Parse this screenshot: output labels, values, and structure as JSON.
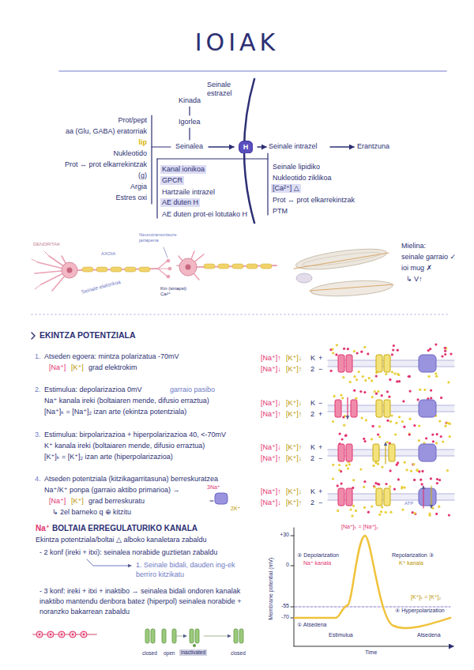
{
  "diagram": {
    "title": "IOIAK",
    "nodes": [
      {
        "text": [
          "H"
        ]
      },
      {
        "text": [
          "Kanal ionikoa"
        ]
      },
      {
        "text": [
          "GPCR"
        ]
      },
      {
        "text": [
          "AE duten H"
        ]
      },
      {
        "text": [
          "[Ca²⁺] △"
        ]
      },
      {
        "text": [
          "inactivated"
        ]
      }
    ],
    "labels": [
      "Prot/pept",
      "aa (Glu, GABA) eratorriak",
      "lip",
      "Nukleotido",
      "Prot ↔ prot elkarrekintzak",
      "(g)",
      "Argia",
      "Estres oxi",
      "Kinada",
      "Igorlea",
      "Seinalea",
      "Seinale estrazel",
      "Seinale intrazel",
      "Erantzuna",
      "Hartzaile intrazel",
      "AE duten prot-ei lotutako H",
      "Seinale lipidiko",
      "Nukleotido ziklikoa",
      "Prot ↔ prot elkarrekintzak",
      "PTM",
      "DENDRITAK",
      "AXOIA",
      "Neurotransmisore jariapena",
      "Seinale elektrikoa",
      "Kin (sinapsi) Ca²⁺",
      "Mielina:",
      "seinale garraio ✓",
      "ioi mug ✗",
      "↳ V↑",
      "EKINTZA POTENTZIALA",
      "1.",
      "Atseden egoera: mintza polarizatua -70mV",
      "[Na⁺]",
      "[K⁺]",
      "grad elektrokim",
      "2.",
      "Estimulua: depolarizazioa 0mV",
      "garraio pasibo",
      "Na⁺ kanala ireki (boltaiaren mende, difusio erraztua)",
      "[Na⁺]ₖ = [Na⁺]₂ izan arte (ekintza potentziala)",
      "3.",
      "Estimulua: birpolarizazioa + hiperpolarizazioa 40, <-70mV",
      "K⁺ kanala ireki (boltaiaren mende, difusio erraztua)",
      "[K⁺]ₖ = [K⁺]₂ izan arte (hiperpolarizazioa)",
      "4.",
      "Atseden potentziala (kitzikagarritasuna) berreskuratzea",
      "Na⁺/K⁺ ponpa (garraio aktibo primarioa) →",
      "[Na⁺]",
      "[K⁺]",
      "grad berreskuratu",
      "↳ 2el barneko q ⊕ kitzitu",
      "3Na⁺",
      "2K⁺",
      "[Na⁺]↑",
      "[K⁺]↓",
      "K",
      "+",
      "[Na⁺]↓",
      "[K⁺]↑",
      "2",
      "−",
      "[Na⁺]↓",
      "[K⁺]↓",
      "K",
      "−",
      "[Na⁺]↑",
      "[K⁺]↑",
      "2",
      "+",
      "[Na⁺]↓",
      "[K⁺]↑",
      "K",
      "+",
      "[Na⁺]↑",
      "[K⁺]↓",
      "2",
      "−",
      "[Na⁺]↑",
      "[K⁺]↓",
      "K",
      "+",
      "[Na⁺]↓",
      "[K⁺]↑",
      "2",
      "−",
      "ATP",
      "Na⁺",
      "BOLTAIA ERREGULATURIKO KANALA",
      "Ekintza potentziala/boltai △ alboko kanaletara zabaldu",
      "- 2 konf (ireki + itxi): seinalea norabide guztietan zabaldu",
      "1. Seinale bidali, dauden ing-ek berriro kitzikatu",
      "- 3 konf: ireki + itxi + inaktibo → seinalea bidali ondoren kanalak inaktibo mantendu denbora batez (hiperpol) seinalea norabide + noranzko bakarrean zabaldu",
      "closed",
      "open",
      "closed",
      "+30",
      "0",
      "-55",
      "-70",
      "Membrane potential (mV)",
      "Time",
      "[Na⁺]ₖ = [Na⁺]₂",
      "② Depolarization",
      "Na⁺ kanala",
      "Repolarization ③",
      "K⁺ kanala",
      "[K⁺]ₖ = [K⁺]₂",
      "④ Hyperpolarization",
      "① Atsedena",
      "Estimulua",
      "Atsedena"
    ]
  }
}
